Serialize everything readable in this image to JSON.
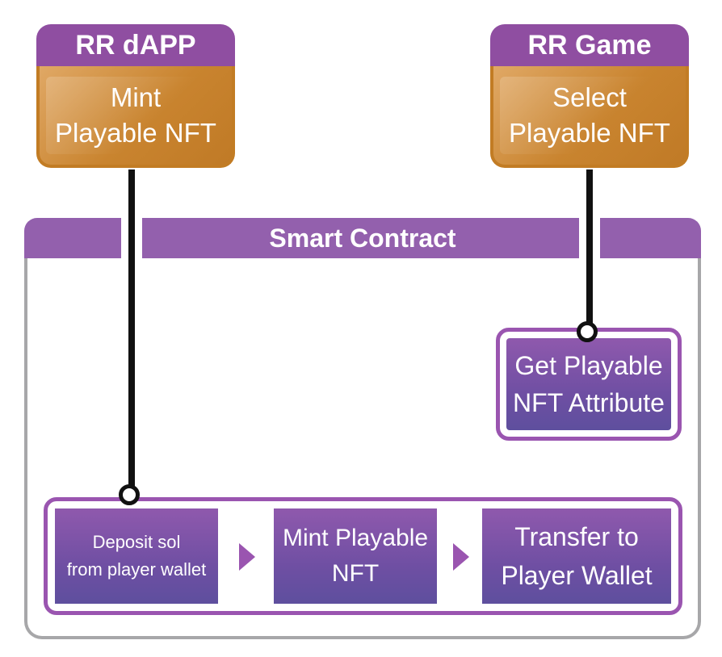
{
  "dapp": {
    "header": "RR dAPP",
    "line1": "Mint",
    "line2": "Playable NFT"
  },
  "game": {
    "header": "RR Game",
    "line1": "Select",
    "line2": "Playable NFT"
  },
  "contract": {
    "title": "Smart Contract"
  },
  "attribute": {
    "line1": "Get Playable",
    "line2": "NFT Attribute"
  },
  "steps": [
    {
      "line1": "Deposit sol",
      "line2": "from player wallet"
    },
    {
      "line1": "Mint Playable",
      "line2": "NFT"
    },
    {
      "line1": "Transfer to",
      "line2": "Player Wallet"
    }
  ],
  "colors": {
    "purple": "#8f4ea1",
    "orange": "#c9842f",
    "gray": "#a7a7a9"
  }
}
